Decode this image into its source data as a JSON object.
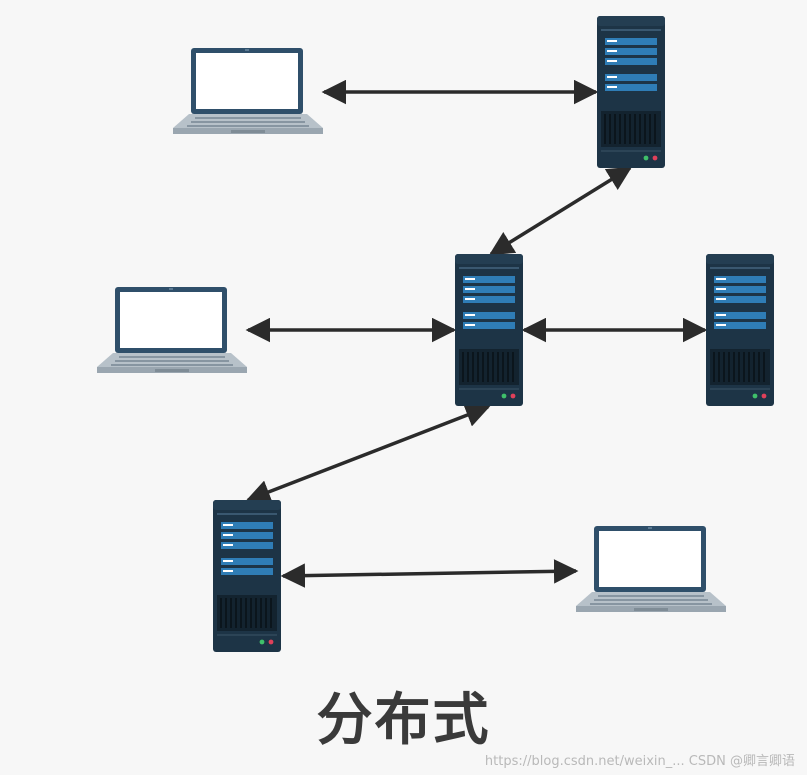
{
  "title": "分布式",
  "watermark": "https://blog.csdn.net/weixin_... CSDN @卿言卿语",
  "colors": {
    "background": "#f7f7f7",
    "server_body": "#1d3446",
    "server_panel": "#2f7db6",
    "arrow": "#2b2b2b",
    "laptop_frame": "#2f4f6a",
    "laptop_screen": "#ffffff",
    "laptop_base": "#b7c1c9"
  },
  "nodes": [
    {
      "id": "laptop-1",
      "type": "laptop",
      "icon": "laptop-icon"
    },
    {
      "id": "laptop-2",
      "type": "laptop",
      "icon": "laptop-icon"
    },
    {
      "id": "laptop-3",
      "type": "laptop",
      "icon": "laptop-icon"
    },
    {
      "id": "server-1",
      "type": "server",
      "icon": "server-icon"
    },
    {
      "id": "server-2",
      "type": "server",
      "icon": "server-icon"
    },
    {
      "id": "server-3",
      "type": "server",
      "icon": "server-icon"
    },
    {
      "id": "server-4",
      "type": "server",
      "icon": "server-icon"
    }
  ],
  "edges": [
    {
      "from": "laptop-1",
      "to": "server-1",
      "direction": "bidirectional"
    },
    {
      "from": "server-1",
      "to": "server-2",
      "direction": "bidirectional"
    },
    {
      "from": "laptop-2",
      "to": "server-2",
      "direction": "bidirectional"
    },
    {
      "from": "server-2",
      "to": "server-3",
      "direction": "bidirectional"
    },
    {
      "from": "server-2",
      "to": "server-4",
      "direction": "bidirectional"
    },
    {
      "from": "server-4",
      "to": "laptop-3",
      "direction": "bidirectional"
    }
  ]
}
